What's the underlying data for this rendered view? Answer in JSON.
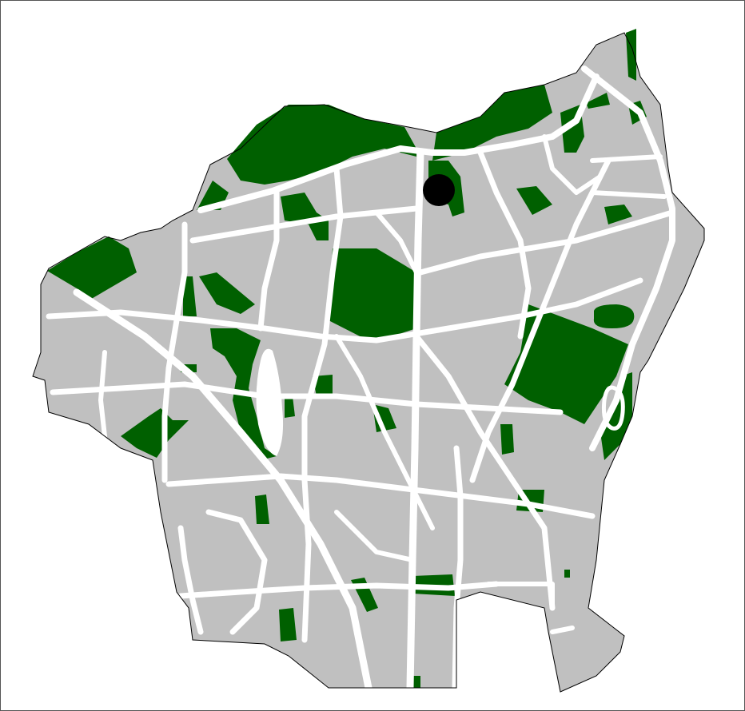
{
  "map": {
    "colors": {
      "background": "#ffffff",
      "land": "#c0c0c0",
      "outline": "#000000",
      "roads": "#ffffff",
      "parks": "#006000",
      "water": "#ffffff",
      "marker": "#000000"
    },
    "features": {
      "district_area": "city-district",
      "road_network": "streets",
      "green_areas": "parks",
      "lake": "lake",
      "location_marker": "point-marker"
    }
  }
}
